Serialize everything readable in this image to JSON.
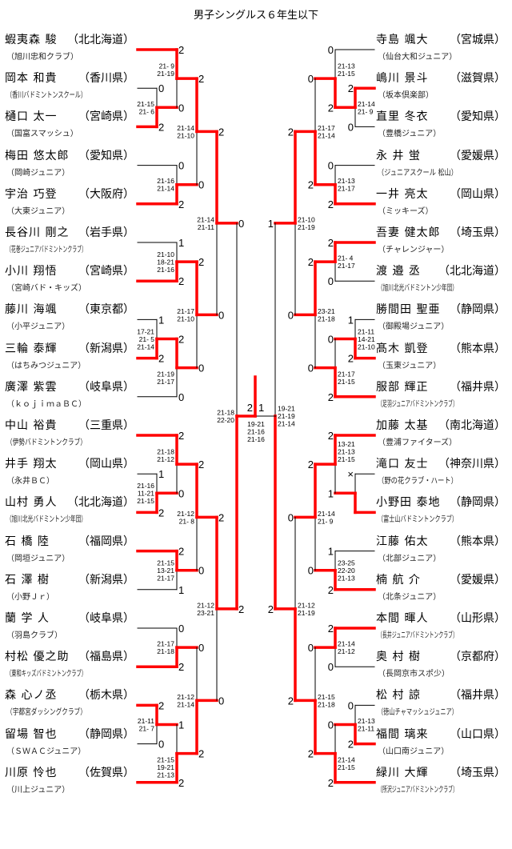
{
  "title": "男子シングルス６年生以下",
  "colors": {
    "winner_line": "#ff0000",
    "line": "#000000"
  },
  "left": {
    "players": [
      {
        "name": "蝦夷森 駿",
        "pref": "（北北海道）",
        "club": "（旭川忠和クラブ）"
      },
      {
        "name": "岡本 和貴",
        "pref": "（香川県）",
        "club": "（香川バドミントンスクール）"
      },
      {
        "name": "樋口 太一",
        "pref": "（宮崎県）",
        "club": "（国富スマッシュ）"
      },
      {
        "name": "梅田 悠太郎",
        "pref": "（愛知県）",
        "club": "（岡崎ジュニア）"
      },
      {
        "name": "宇治 巧登",
        "pref": "（大阪府）",
        "club": "（大東ジュニア）"
      },
      {
        "name": "長谷川 剛之",
        "pref": "（岩手県）",
        "club": "（花巻ジュニアバドミントンクラブ）"
      },
      {
        "name": "小川 翔悟",
        "pref": "（宮崎県）",
        "club": "（宮崎バド・キッズ）"
      },
      {
        "name": "藤川 海颯",
        "pref": "（東京都）",
        "club": "（小平ジュニア）"
      },
      {
        "name": "三輪 泰輝",
        "pref": "（新潟県）",
        "club": "（はちみつジュニア）"
      },
      {
        "name": "廣澤 紫雲",
        "pref": "（岐阜県）",
        "club": "（ｋｏｊｉｍａＢＣ）"
      },
      {
        "name": "中山 裕貴",
        "pref": "（三重県）",
        "club": "（伊勢バドミントンクラブ）"
      },
      {
        "name": "井手 翔太",
        "pref": "（岡山県）",
        "club": "（永井ＢＣ）"
      },
      {
        "name": "山村 勇人",
        "pref": "（北北海道）",
        "club": "（旭川北光バドミントン少年団）"
      },
      {
        "name": "石 橋  陸",
        "pref": "（福岡県）",
        "club": "（岡垣ジュニア）"
      },
      {
        "name": "石 澤  樹",
        "pref": "（新潟県）",
        "club": "（小野Ｊｒ）"
      },
      {
        "name": "蘭  学 人",
        "pref": "（岐阜県）",
        "club": "（羽島クラブ）"
      },
      {
        "name": "村松 優之助",
        "pref": "（福島県）",
        "club": "（東和キッズバドミントンクラブ）"
      },
      {
        "name": "森 心ノ丞",
        "pref": "（栃木県）",
        "club": "（宇都宮ダッシングクラブ）"
      },
      {
        "name": "留場 智也",
        "pref": "（静岡県）",
        "club": "（ＳＷＡＣジュニア）"
      },
      {
        "name": "川原 怜也",
        "pref": "（佐賀県）",
        "club": "（川上ジュニア）"
      }
    ],
    "quarters": [
      {
        "a": {
          "counts": [
            "0",
            "2"
          ],
          "scores": [
            "21-15",
            "21- 6"
          ],
          "w": 1
        },
        "b": {
          "counts": [
            "2",
            "0"
          ],
          "scores": [
            "21- 9",
            "21-19"
          ],
          "w": 0
        },
        "c": {
          "counts": [
            "0",
            "2"
          ],
          "scores": [
            "21-16",
            "21-14"
          ],
          "w": 1
        },
        "d": {
          "counts": [
            "2",
            "0"
          ],
          "scores": [
            "21-14",
            "21-10"
          ],
          "w": 0
        }
      },
      {
        "a": {
          "counts": [
            "1",
            "2"
          ],
          "scores": [
            "21-10",
            "18-21",
            "21-16"
          ],
          "w": 1
        },
        "b": {
          "counts": [
            "1",
            "2"
          ],
          "scores": [
            "17-21",
            "21- 5",
            "21-14"
          ],
          "w": 1
        },
        "c": {
          "counts": [
            "2",
            "0"
          ],
          "scores": [
            "21-19",
            "21-17"
          ],
          "w": 0
        },
        "d": {
          "counts": [
            "2",
            "0"
          ],
          "scores": [
            "21-17",
            "21-10"
          ],
          "w": 0
        }
      },
      {
        "a": {
          "counts": [
            "1",
            "2"
          ],
          "scores": [
            "21-16",
            "11-21",
            "21-15"
          ],
          "w": 1
        },
        "b": {
          "counts": [
            "2",
            "0"
          ],
          "scores": [
            "21-18",
            "21-12"
          ],
          "w": 0
        },
        "c": {
          "counts": [
            "2",
            "1"
          ],
          "scores": [
            "21-15",
            "13-21",
            "21-17"
          ],
          "w": 0
        },
        "d": {
          "counts": [
            "2",
            "0"
          ],
          "scores": [
            "21-12",
            "21- 8"
          ],
          "w": 0
        }
      },
      {
        "a": {
          "counts": [
            "0",
            "2"
          ],
          "scores": [
            "21-17",
            "21-18"
          ],
          "w": 1
        },
        "b": {
          "counts": [
            "2",
            "0"
          ],
          "scores": [
            "21-11",
            "21- 7"
          ],
          "w": 0
        },
        "c": {
          "counts": [
            "1",
            "2"
          ],
          "scores": [
            "21-15",
            "19-21",
            "21-13"
          ],
          "w": 1
        },
        "d": {
          "counts": [
            "0",
            "2"
          ],
          "scores": [
            "21-12",
            "21-14"
          ],
          "w": 1
        }
      }
    ],
    "semis": [
      {
        "counts": [
          "2",
          "0"
        ],
        "scores": [
          "21-14",
          "21-11"
        ],
        "w": 0
      },
      {
        "counts": [
          "2",
          "0"
        ],
        "scores": [
          "21-12",
          "23-21"
        ],
        "w": 0
      }
    ],
    "side_final": {
      "counts": [
        "0",
        "2"
      ],
      "scores": [
        "21-18",
        "22-20"
      ],
      "w": 1
    }
  },
  "right": {
    "players": [
      {
        "name": "寺島 颯大",
        "pref": "（宮城県）",
        "club": "（仙台大和ジュニア）"
      },
      {
        "name": "嶋川 景斗",
        "pref": "（滋賀県）",
        "club": "（坂本倶楽部）"
      },
      {
        "name": "直里 冬衣",
        "pref": "（愛知県）",
        "club": "（豊橋ジュニア）"
      },
      {
        "name": "永 井  蛍",
        "pref": "（愛媛県）",
        "club": "（ジュニアスクール 松山）"
      },
      {
        "name": "一井 亮太",
        "pref": "（岡山県）",
        "club": "（ミッキーズ）"
      },
      {
        "name": "吾妻 健太郎",
        "pref": "（埼玉県）",
        "club": "（チャレンジャー）"
      },
      {
        "name": "渡 邉  丞",
        "pref": "（北北海道）",
        "club": "（旭川北光バドミントン少年団）"
      },
      {
        "name": "勝間田 聖亜",
        "pref": "（静岡県）",
        "club": "（御殿場ジュニア）"
      },
      {
        "name": "髙木 凱登",
        "pref": "（熊本県）",
        "club": "（玉東ジュニア）"
      },
      {
        "name": "服部 輝正",
        "pref": "（福井県）",
        "club": "（足羽ジュニアバドミントンクラブ）"
      },
      {
        "name": "加藤 太基",
        "pref": "（南北海道）",
        "club": "（豊浦ファイターズ）"
      },
      {
        "name": "滝口 友士",
        "pref": "（神奈川県）",
        "club": "（野の花クラブ・ハート）"
      },
      {
        "name": "小野田 泰地",
        "pref": "（静岡県）",
        "club": "（富士山バドミントンクラブ）"
      },
      {
        "name": "江藤 佑太",
        "pref": "（熊本県）",
        "club": "（北部ジュニア）"
      },
      {
        "name": "楠  航 介",
        "pref": "（愛媛県）",
        "club": "（北条ジュニア）"
      },
      {
        "name": "本間 暉人",
        "pref": "（山形県）",
        "club": "（長井ジュニアバドミントンクラブ）"
      },
      {
        "name": "奥 村  樹",
        "pref": "（京都府）",
        "club": "（長岡京市スポ少）"
      },
      {
        "name": "松 村  諒",
        "pref": "（福井県）",
        "club": "（徳山チャマッシュジュニア）"
      },
      {
        "name": "福間 璃来",
        "pref": "（山口県）",
        "club": "（山口南ジュニア）"
      },
      {
        "name": "緑川 大輝",
        "pref": "（埼玉県）",
        "club": "（所沢ジュニアバドミントンクラブ）"
      }
    ],
    "quarters": [
      {
        "a": {
          "counts": [
            "2",
            "0"
          ],
          "scores": [
            "21-14",
            "21- 9"
          ],
          "w": 0
        },
        "b": {
          "counts": [
            "0",
            "2"
          ],
          "scores": [
            "21-13",
            "21-15"
          ],
          "w": 1
        },
        "c": {
          "counts": [
            "0",
            "2"
          ],
          "scores": [
            "21-13",
            "21-17"
          ],
          "w": 1
        },
        "d": {
          "counts": [
            "0",
            "2"
          ],
          "scores": [
            "21-17",
            "21-14"
          ],
          "w": 1
        }
      },
      {
        "a": {
          "counts": [
            "2",
            "0"
          ],
          "scores": [
            "21- 4",
            "21-17"
          ],
          "w": 0
        },
        "b": {
          "counts": [
            "1",
            "2"
          ],
          "scores": [
            "21-11",
            "14-21",
            "21-10"
          ],
          "w": 1
        },
        "c": {
          "counts": [
            "0",
            "2"
          ],
          "scores": [
            "21-17",
            "21-15"
          ],
          "w": 1
        },
        "d": {
          "counts": [
            "2",
            "0"
          ],
          "scores": [
            "23-21",
            "21-18"
          ],
          "w": 0
        }
      },
      {
        "a": {
          "counts": [
            "×",
            null
          ],
          "scores": [],
          "w": 1
        },
        "b": {
          "counts": [
            "2",
            "1"
          ],
          "scores": [
            "13-21",
            "21-13",
            "21-15"
          ],
          "w": 0
        },
        "c": {
          "counts": [
            "1",
            "2"
          ],
          "scores": [
            "23-25",
            "22-20",
            "21-13"
          ],
          "w": 1
        },
        "d": {
          "counts": [
            "2",
            "0"
          ],
          "scores": [
            "21-14",
            "21- 9"
          ],
          "w": 0
        }
      },
      {
        "a": {
          "counts": [
            "2",
            "0"
          ],
          "scores": [
            "21-14",
            "21-12"
          ],
          "w": 0
        },
        "b": {
          "counts": [
            "0",
            "2"
          ],
          "scores": [
            "21-13",
            "21-11"
          ],
          "w": 1
        },
        "c": {
          "counts": [
            "0",
            "2"
          ],
          "scores": [
            "21-14",
            "21-15"
          ],
          "w": 1
        },
        "d": {
          "counts": [
            "0",
            "2"
          ],
          "scores": [
            "21-15",
            "21-18"
          ],
          "w": 1
        }
      }
    ],
    "semis": [
      {
        "counts": [
          "2",
          "0"
        ],
        "scores": [
          "21-10",
          "21-19"
        ],
        "w": 0
      },
      {
        "counts": [
          "0",
          "2"
        ],
        "scores": [
          "21-12",
          "21-19"
        ],
        "w": 1
      }
    ],
    "side_final": {
      "counts": [
        "1",
        "2"
      ],
      "scores": [
        "19-21",
        "21-19",
        "21-14"
      ],
      "w": 1
    }
  },
  "final": {
    "counts": [
      "2",
      "1"
    ],
    "scores": [
      "19-21",
      "21-16",
      "21-16"
    ],
    "winner": "left"
  }
}
